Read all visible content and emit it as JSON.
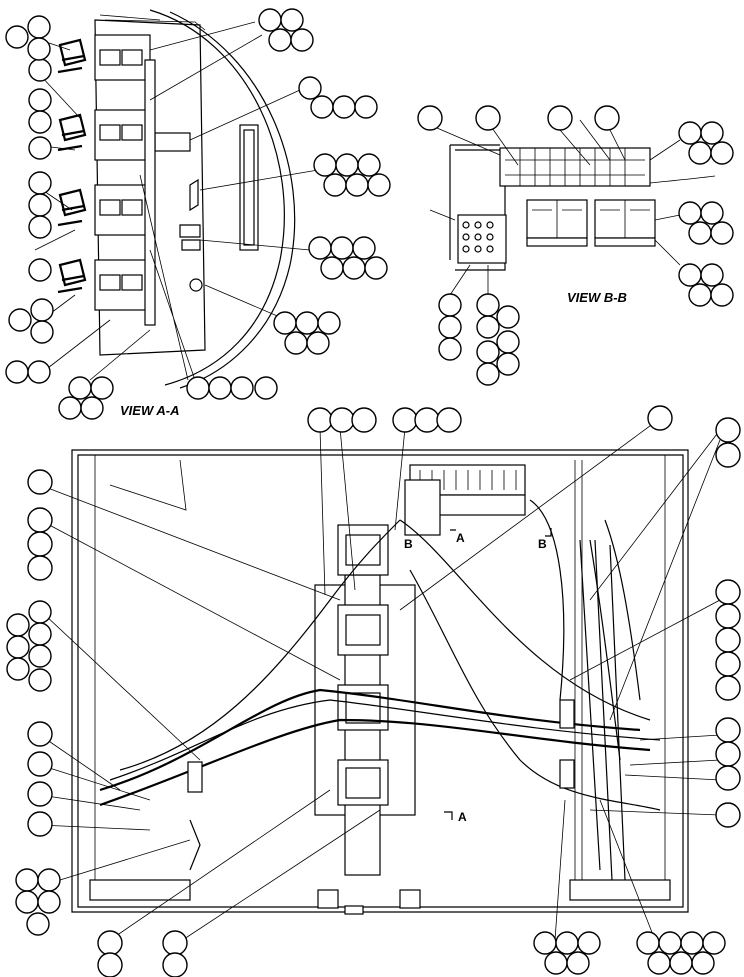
{
  "labels": {
    "view_a": "VIEW A-A",
    "view_b": "VIEW B-B",
    "section_b_left": "B",
    "section_b_right": "B",
    "section_a_top": "A",
    "section_a_bottom": "A"
  }
}
